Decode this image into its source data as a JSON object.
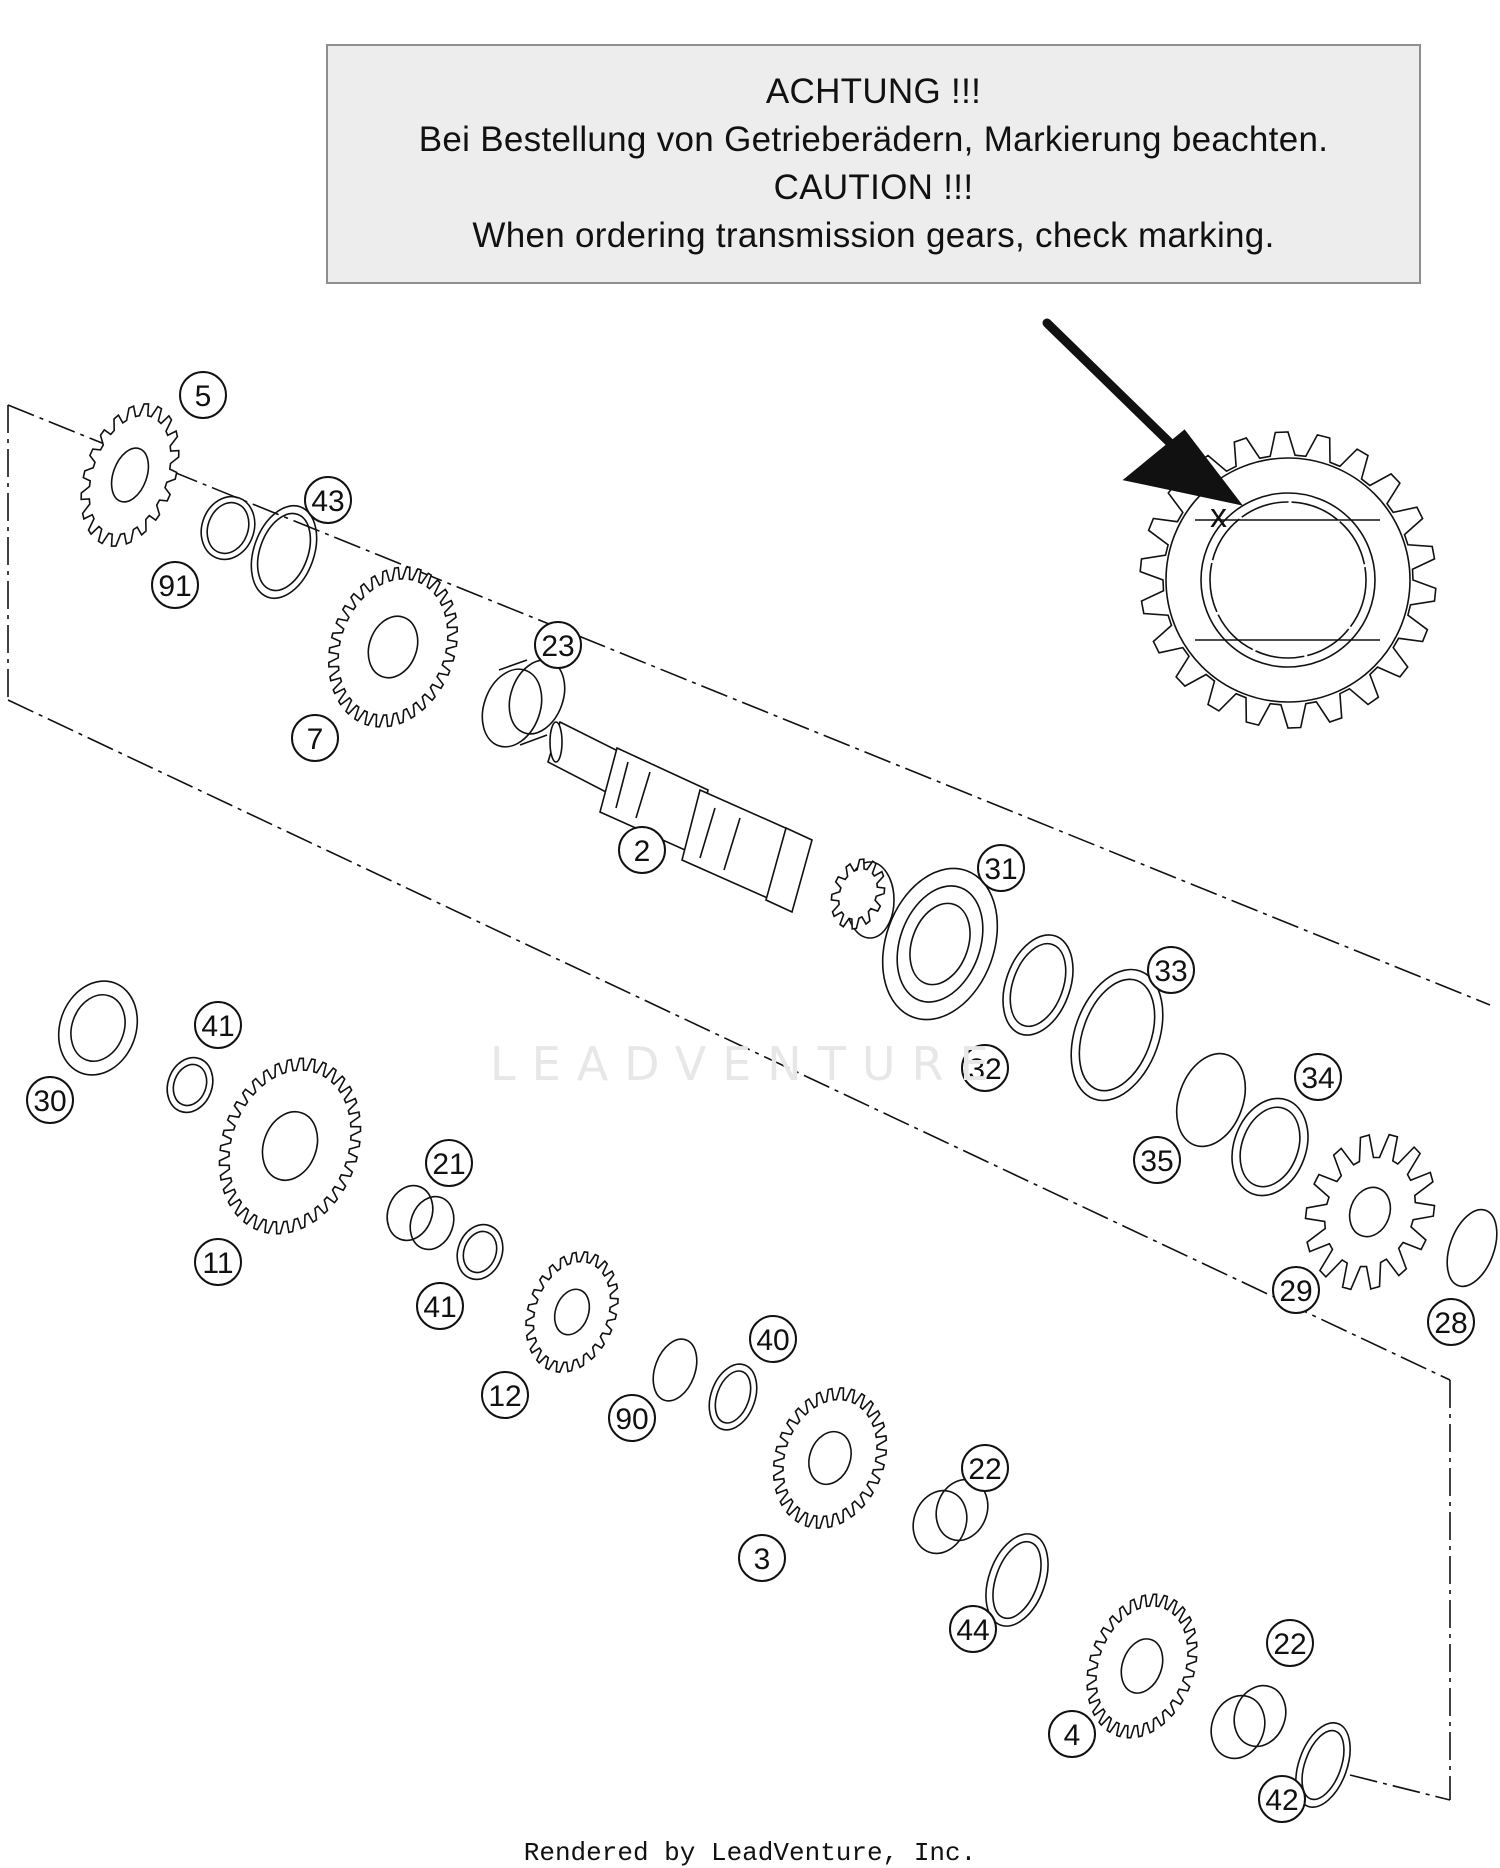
{
  "notice": {
    "line1": "ACHTUNG !!!",
    "line2": "Bei Bestellung von Getrieberädern, Markierung beachten.",
    "line3": "CAUTION !!!",
    "line4": "When ordering transmission gears, check marking."
  },
  "detail": {
    "mark": "x"
  },
  "watermark": "LEADVENTURE",
  "footer": "Rendered by LeadVenture, Inc.",
  "callouts": {
    "c5": "5",
    "c43": "43",
    "c91": "91",
    "c7": "7",
    "c23": "23",
    "c2": "2",
    "c31": "31",
    "c33": "33",
    "c32": "32",
    "c34": "34",
    "c35": "35",
    "c29": "29",
    "c28": "28",
    "c30": "30",
    "c41a": "41",
    "c11": "11",
    "c21": "21",
    "c41b": "41",
    "c12": "12",
    "c90": "90",
    "c40": "40",
    "c3": "3",
    "c22a": "22",
    "c44": "44",
    "c4": "4",
    "c22b": "22",
    "c42": "42"
  },
  "colors": {
    "line": "#111111",
    "box_fill": "#ededed",
    "box_border": "#8e8e8e",
    "watermark": "#e7e7e7"
  }
}
